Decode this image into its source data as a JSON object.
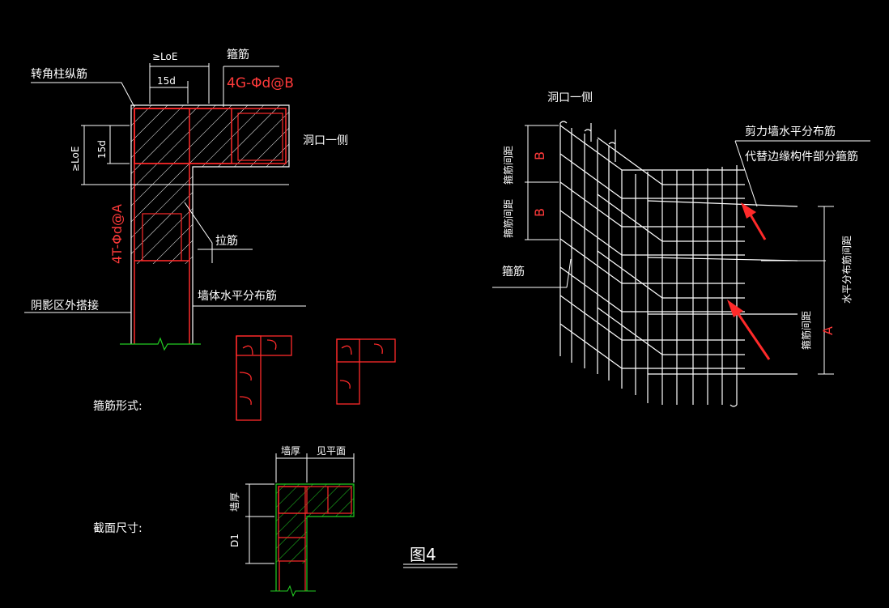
{
  "labels": {
    "corner_column_bar": "转角柱纵筋",
    "ge_loe_top": "≥LoE",
    "d15_top": "15d",
    "stirrup_top": "箍筋",
    "stirrup_spec_top": "4G-Φd@B",
    "opening_side_left": "洞口一侧",
    "ge_loe_left": "≥LoE",
    "d15_left": "15d",
    "stirrup_spec_left": "4T-Φd@A",
    "tie_bar": "拉筋",
    "wall_horizontal_bar": "墙体水平分布筋",
    "shadow_outside_lap": "阴影区外搭接",
    "stirrup_form": "箍筋形式:",
    "wall_thickness_top": "墙厚",
    "see_plan": "见平面",
    "wall_thickness_left": "墙厚",
    "d1": "D1",
    "section_size": "截面尺寸:",
    "figure_number": "图4",
    "opening_side_right": "洞口一侧",
    "shear_wall_horizontal_bar": "剪力墙水平分布筋",
    "replace_boundary_stirrup": "代替边缘构件部分箍筋",
    "stirrup_spacing_b1": "箍筋间距",
    "stirrup_spacing_b2": "箍筋间距",
    "b1": "B",
    "b2": "B",
    "stirrup_right": "箍筋",
    "horizontal_bar_spacing": "水平分布筋间距",
    "stirrup_spacing_a": "箍筋间距",
    "a": "A"
  },
  "colors": {
    "background": "#000000",
    "line_white": "#ffffff",
    "rebar_red": "#ff2a2a",
    "break_green": "#22cc22"
  }
}
